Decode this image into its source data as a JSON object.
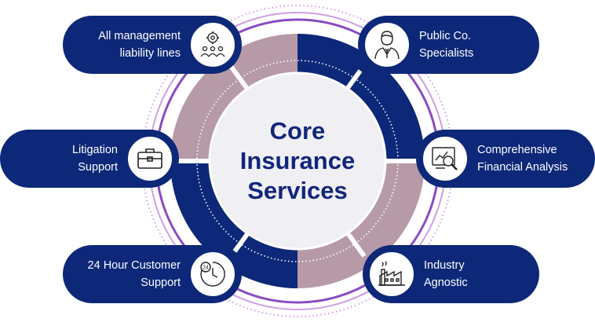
{
  "center": {
    "line1": "Core",
    "line2": "Insurance",
    "line3": "Services"
  },
  "services": {
    "management_liability": {
      "line1": "All management",
      "line2": "liability lines",
      "icon": "people-gear-icon"
    },
    "public_company": {
      "line1": "Public Co.",
      "line2": "Specialists",
      "icon": "businessman-icon"
    },
    "litigation": {
      "line1": "Litigation",
      "line2": "Support",
      "icon": "briefcase-icon"
    },
    "financial_analysis": {
      "line1": "Comprehensive",
      "line2": "Financial Analysis",
      "icon": "chart-magnifier-icon"
    },
    "customer_support": {
      "line1": "24 Hour Customer",
      "line2": "Support",
      "icon": "clock-24-icon"
    },
    "industry": {
      "line1": "Industry",
      "line2": "Agnostic",
      "icon": "factory-icon"
    }
  },
  "colors": {
    "navy": "#0d2878",
    "mauve": "#b79aa8",
    "purple": "#8a4bc2",
    "lavender": "#cf9ee6",
    "center_fill": "#efeff4",
    "title": "#12267a"
  }
}
